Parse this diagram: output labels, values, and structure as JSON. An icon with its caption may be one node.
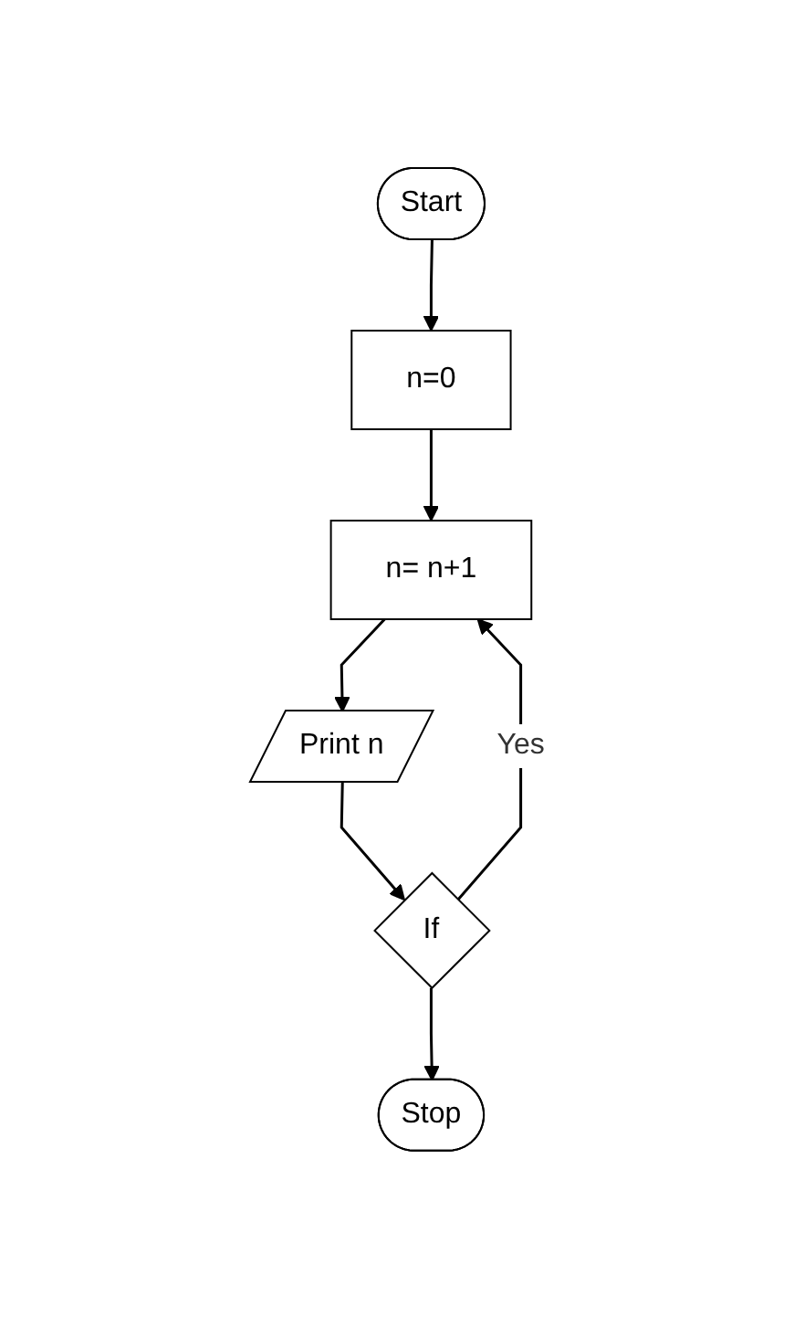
{
  "diagram": {
    "nodes": [
      {
        "text": [
          "Start"
        ]
      },
      {
        "text": [
          "n=0"
        ]
      },
      {
        "text": [
          "n= n+1"
        ]
      },
      {
        "text": [
          "Print n"
        ]
      },
      {
        "text": [
          "If"
        ]
      },
      {
        "text": [
          "Stop"
        ]
      }
    ],
    "edges": [
      {
        "from": 0,
        "to": 1,
        "arrow": "to"
      },
      {
        "from": 1,
        "to": 2,
        "arrow": "to"
      },
      {
        "from": 2,
        "to": 3,
        "arrow": "to"
      },
      {
        "from": 3,
        "to": 4,
        "arrow": "to"
      },
      {
        "from": 4,
        "to": 2,
        "arrow": "to",
        "label": "Yes"
      },
      {
        "from": 4,
        "to": 5,
        "arrow": "to"
      }
    ]
  }
}
